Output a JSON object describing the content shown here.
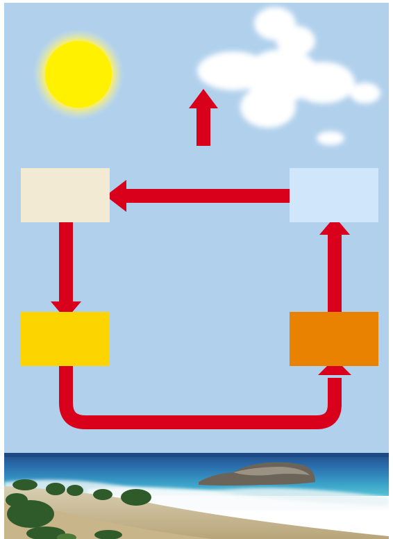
{
  "diagram": {
    "boxes": [
      {
        "id": "box-top-left",
        "label": "",
        "fill": "#f3ead4"
      },
      {
        "id": "box-top-right",
        "label": "",
        "fill": "#cfe6fb"
      },
      {
        "id": "box-bottom-left",
        "label": "",
        "fill": "#fcd400"
      },
      {
        "id": "box-bottom-right",
        "label": "",
        "fill": "#e88200"
      }
    ],
    "arrow_color": "#d9001b",
    "sky_color": "#b0d0ec",
    "sun_color": "#ffe600"
  }
}
